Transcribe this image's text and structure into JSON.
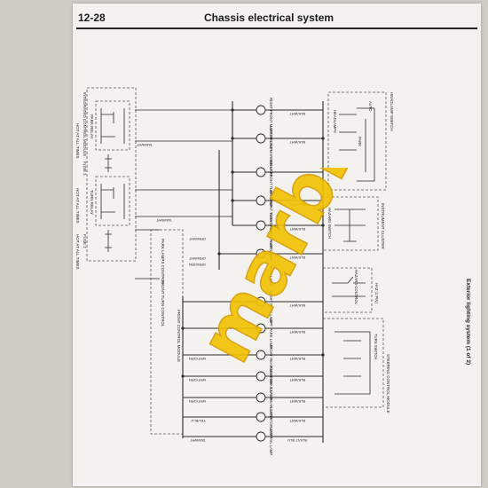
{
  "header": {
    "page_number": "12-28",
    "section_title": "Chassis electrical system"
  },
  "caption": "Exterior lighting system (1 of 2)",
  "watermark": "marbli",
  "colors": {
    "wire": "#2a2a2a",
    "dashed_box": "#555555",
    "watermark_fill": "#f2c200",
    "watermark_stroke": "#d49a00",
    "paper": "#f4f2ee"
  },
  "left_labels": [
    {
      "id": "integrated-module",
      "text": "INTEGRATED CONTROL MODULE"
    },
    {
      "id": "hot-at-all-times-1",
      "text": "HOT AT ALL TIMES"
    },
    {
      "id": "hot-at-all-times-2",
      "text": "HOT AT ALL TIMES"
    },
    {
      "id": "hot-at-all-times-3",
      "text": "HOT AT ALL TIMES"
    },
    {
      "id": "park-relay",
      "text": "PARK RELAY"
    },
    {
      "id": "fuse-1",
      "text": "FUSE 1"
    },
    {
      "id": "fuse-2",
      "text": "FUSE 2"
    },
    {
      "id": "turn-relay",
      "text": "TURN RELAY"
    },
    {
      "id": "front-control-module",
      "text": "FRONT CONTROL MODULE"
    },
    {
      "id": "lamps-control",
      "text": "PARK LAMPS CONTROL"
    },
    {
      "id": "front-turn-control",
      "text": "FRONT TURN CONTROL"
    }
  ],
  "wire_labels": [
    {
      "id": "w1",
      "text": "TAN/WHT"
    },
    {
      "id": "w2",
      "text": "TAN/WHT"
    },
    {
      "id": "w3",
      "text": "GRN/WHT"
    },
    {
      "id": "w4",
      "text": "GRN/ORN"
    },
    {
      "id": "w5",
      "text": "GRN/WHT"
    },
    {
      "id": "w6",
      "text": "WHT/GRN"
    },
    {
      "id": "w7",
      "text": "WHT/GRN"
    },
    {
      "id": "w8",
      "text": "WHT/ORN"
    },
    {
      "id": "w9",
      "text": "YEL/BLU"
    },
    {
      "id": "w10",
      "text": "TAN/WHT"
    }
  ],
  "lamps": [
    {
      "id": "right-front-marker",
      "text": "RIGHT FRONT MARKER LAMP",
      "ground": "BLK/WHT"
    },
    {
      "id": "left-front-marker",
      "text": "LEFT FRONT MARKER LAMP",
      "ground": "BLK/WHT"
    },
    {
      "id": "right-front-turn",
      "text": "RIGHT FRONT TURN LAMP",
      "ground": ""
    },
    {
      "id": "left-front-turn",
      "text": "LEFT FRONT TURN LAMP",
      "ground": "BLK/WHT"
    },
    {
      "id": "right-front-park",
      "text": "RIGHT FRONT PARK LAMP",
      "ground": "BLK/WHT"
    },
    {
      "id": "left-front-park",
      "text": "LEFT FRONT PARK LAMP",
      "ground": "BLK/WHT"
    },
    {
      "id": "right-park-lamp",
      "text": "RIGHT PARK LAMP",
      "ground": "BLK/WHT"
    },
    {
      "id": "left-park-lamp",
      "text": "LEFT PARK LAMP",
      "ground": "BLK/WHT"
    },
    {
      "id": "right-rear-marker",
      "text": "RIGHT REAR MARKER",
      "ground": "BLK/WHT"
    },
    {
      "id": "right-rear-lamp",
      "text": "RIGHT REAR LAMP",
      "ground": "BLK/WHT"
    },
    {
      "id": "left-rear-lamp",
      "text": "LEFT REAR LAMP",
      "ground": "BLK/WHT"
    },
    {
      "id": "left-stop-lamp",
      "text": "LEFT STOP LAMP",
      "ground": "BLK/WHT"
    },
    {
      "id": "left-tail-lamp",
      "text": "LEFT TAIL LAMP",
      "ground": "BLK/LT BLU"
    }
  ],
  "right_components": [
    {
      "id": "headlamp-switch",
      "text": "HEADLAMP SWITCH"
    },
    {
      "id": "headlamps",
      "text": "HEADLAMPS"
    },
    {
      "id": "park",
      "text": "PARK"
    },
    {
      "id": "auto",
      "text": "AUTO"
    },
    {
      "id": "instrument-cluster",
      "text": "INSTRUMENT CLUSTER"
    },
    {
      "id": "hazard-switch",
      "text": "HAZARD SWITCH"
    },
    {
      "id": "hazard-control",
      "text": "HAZARD CONTROL"
    },
    {
      "id": "steering-control-module",
      "text": "STEERING CONTROL MODULE"
    },
    {
      "id": "turn-switch",
      "text": "TURN SWITCH"
    },
    {
      "id": "hazard-pin",
      "text": "HAZ (1 PIN)"
    }
  ]
}
